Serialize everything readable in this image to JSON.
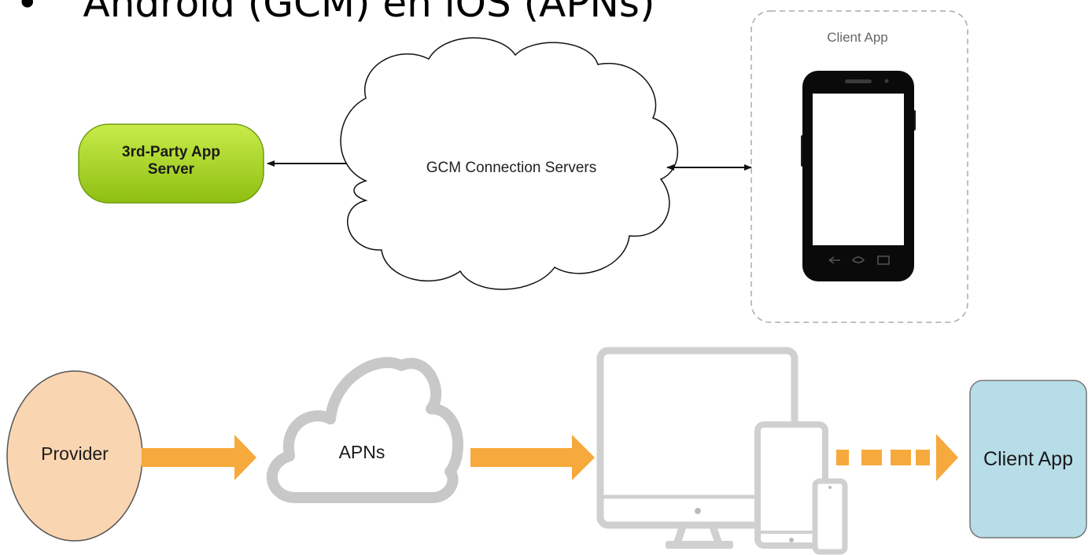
{
  "title": {
    "bullet": "•",
    "text": "Android (GCM) en iOS (APNs)"
  },
  "android": {
    "app_server": "3rd-Party App\nServer",
    "connection_servers": "GCM Connection Servers",
    "client_box_label": "Client App",
    "colors": {
      "app_server_fill": "#9ccc1e",
      "cloud_stroke": "#111111",
      "box_border": "#aaaaaa"
    }
  },
  "ios": {
    "provider": "Provider",
    "apns": "APNs",
    "client_app": "Client App",
    "colors": {
      "provider_fill": "#fad5b1",
      "arrow": "#f6a93c",
      "cloud_stroke": "#c8c8c8",
      "devices": "#d3d3d3",
      "client_fill": "#b7dde8"
    }
  }
}
